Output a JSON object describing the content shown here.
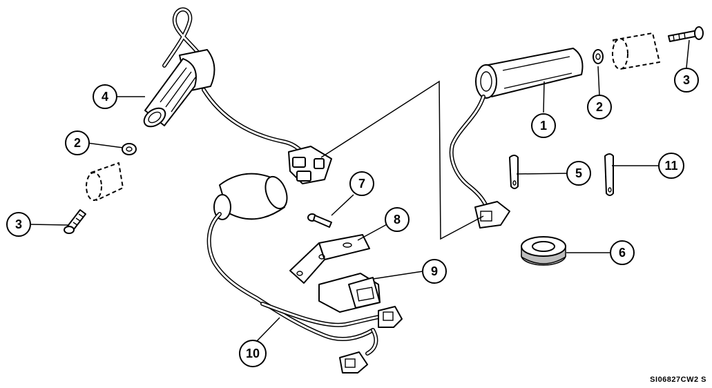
{
  "diagram_code": "SI06827CW2  S",
  "callouts": [
    "1",
    "2",
    "3",
    "4",
    "5",
    "6",
    "7",
    "8",
    "9",
    "10",
    "11"
  ]
}
